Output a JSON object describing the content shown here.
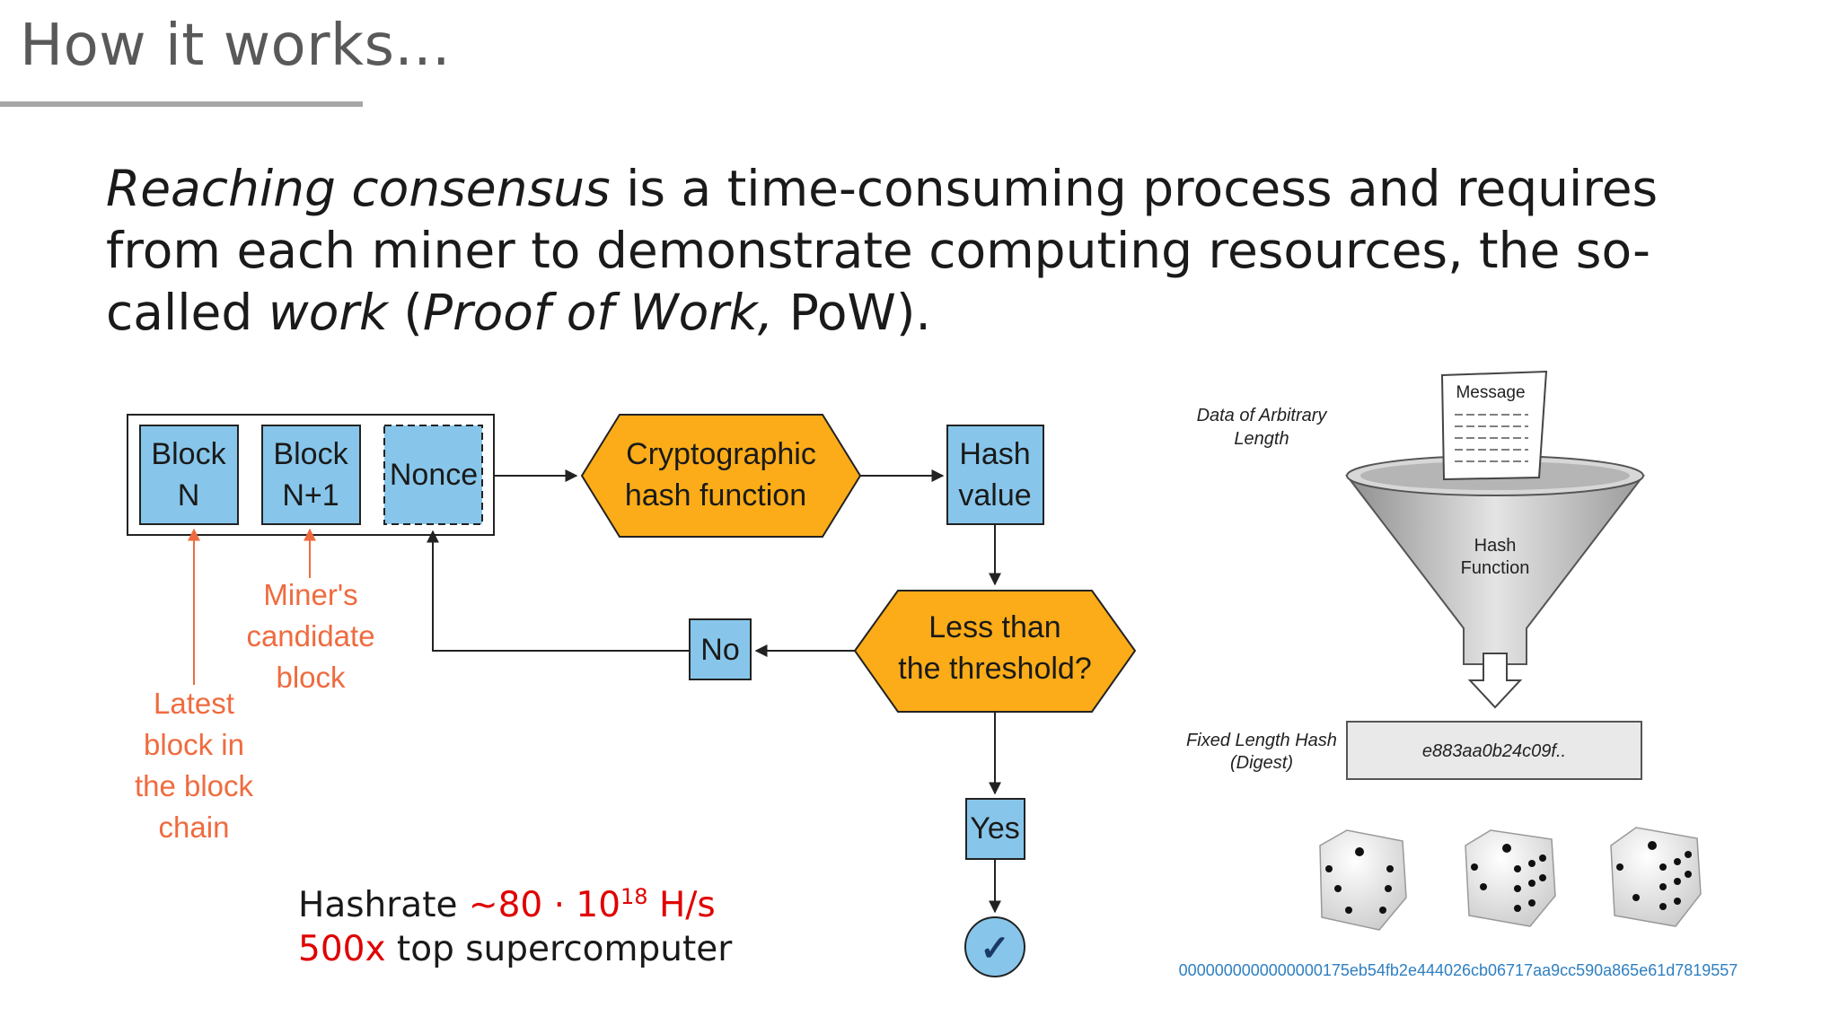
{
  "slide": {
    "title": "How it works...",
    "para": {
      "p1": "Reaching consensus",
      "p2": " is a time-consuming process and requires from each miner to demonstrate computing resources, the so-called ",
      "p3": "work",
      "p4": " (",
      "p5": "Proof of Work,",
      "p6": " PoW)."
    },
    "hashrate": {
      "label": "Hashrate ",
      "value": "~80 · 10",
      "exp": "18",
      "unit": " H/s",
      "multiple": "500x",
      "compare": " top supercomputer"
    }
  },
  "flow": {
    "block_n": [
      "Block",
      "N"
    ],
    "block_n1": [
      "Block",
      "N+1"
    ],
    "nonce": "Nonce",
    "hash_fn": [
      "Cryptographic",
      "hash function"
    ],
    "hash_value": [
      "Hash",
      "value"
    ],
    "decision": [
      "Less than",
      "the threshold?"
    ],
    "no": "No",
    "yes": "Yes",
    "check": "✓",
    "miner_note": [
      "Miner's",
      "candidate",
      "block"
    ],
    "latest_note": [
      "Latest",
      "block in",
      "the block",
      "chain"
    ]
  },
  "funnel": {
    "data_label": [
      "Data of Arbitrary",
      "Length"
    ],
    "message": "Message",
    "hash_function": [
      "Hash",
      "Function"
    ],
    "fixed_label": [
      "Fixed Length Hash",
      "(Digest)"
    ],
    "digest": "e883aa0b24c09f..",
    "hash_output": "0000000000000000175eb54fb2e444026cb06717aa9cc590a865e61d7819557"
  },
  "colors": {
    "box_fill": "#87c6ea",
    "hex_fill": "#fbac18",
    "note": "#ef6b3f",
    "accent_red": "#e00000",
    "hash_blue": "#2e7fc1"
  }
}
